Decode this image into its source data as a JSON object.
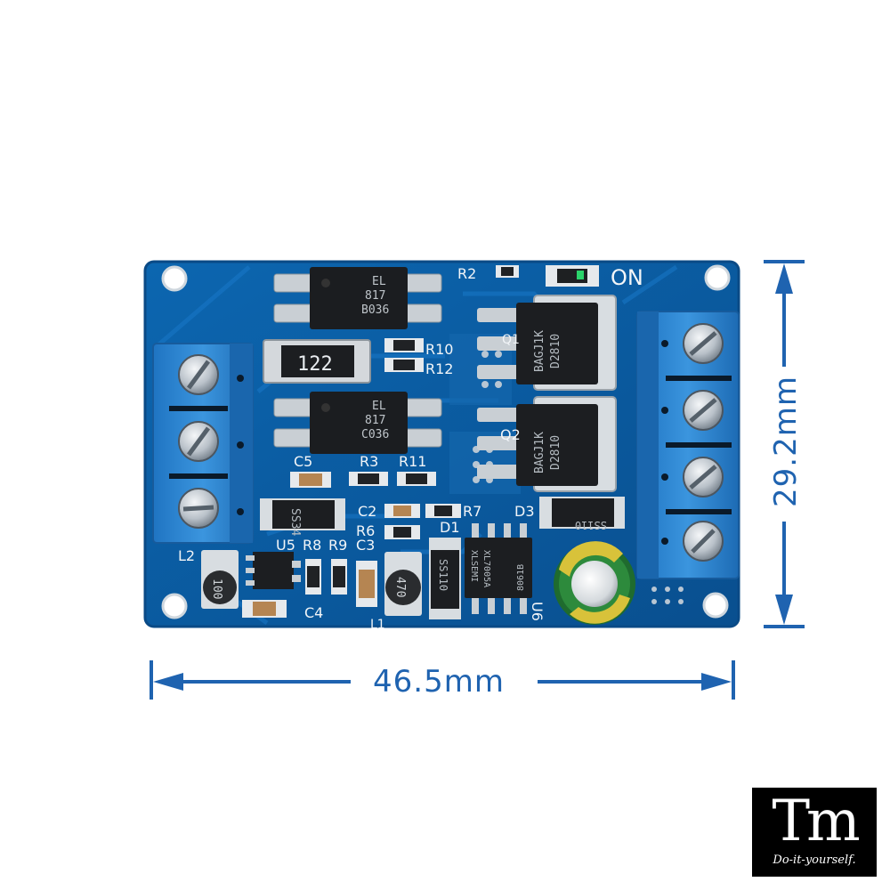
{
  "board": {
    "labels": {
      "r2": "R2",
      "on": "ON",
      "r10": "R10",
      "r12": "R12",
      "c5": "C5",
      "r3": "R3",
      "r11": "R11",
      "c2": "C2",
      "r7": "R7",
      "d3": "D3",
      "r6": "R6",
      "d1": "D1",
      "u5": "U5",
      "r8": "R8",
      "r9": "R9",
      "c3": "C3",
      "l2": "L2",
      "c4": "C4",
      "l1": "L1",
      "u6": "U6",
      "q2": "Q2",
      "q1": "Q1"
    },
    "chips": {
      "opto_top": [
        "EL",
        "817",
        "B036"
      ],
      "opto_bottom": [
        "EL",
        "817",
        "C036"
      ],
      "resistor": "122",
      "mosfet_top": [
        "D2810",
        "BAGJ1K"
      ],
      "mosfet_bottom": [
        "D2810",
        "BAGJ1K"
      ],
      "diode_left": "SS34",
      "diode_right": "SS110",
      "diode_mid": "SS110",
      "inductor_l2": "100",
      "inductor_l1": "470",
      "regulator": [
        "XLSEMI",
        "XL7005A",
        "8061B"
      ]
    }
  },
  "dimensions": {
    "width": "46.5mm",
    "height": "29.2mm"
  },
  "logo": {
    "mark": "Tm",
    "tagline": "Do-it-yourself."
  },
  "colors": {
    "pcb": "#0b5fa6",
    "pcb_dark": "#08457c",
    "terminal": "#2d86d1",
    "dimension": "#1f63b0"
  }
}
